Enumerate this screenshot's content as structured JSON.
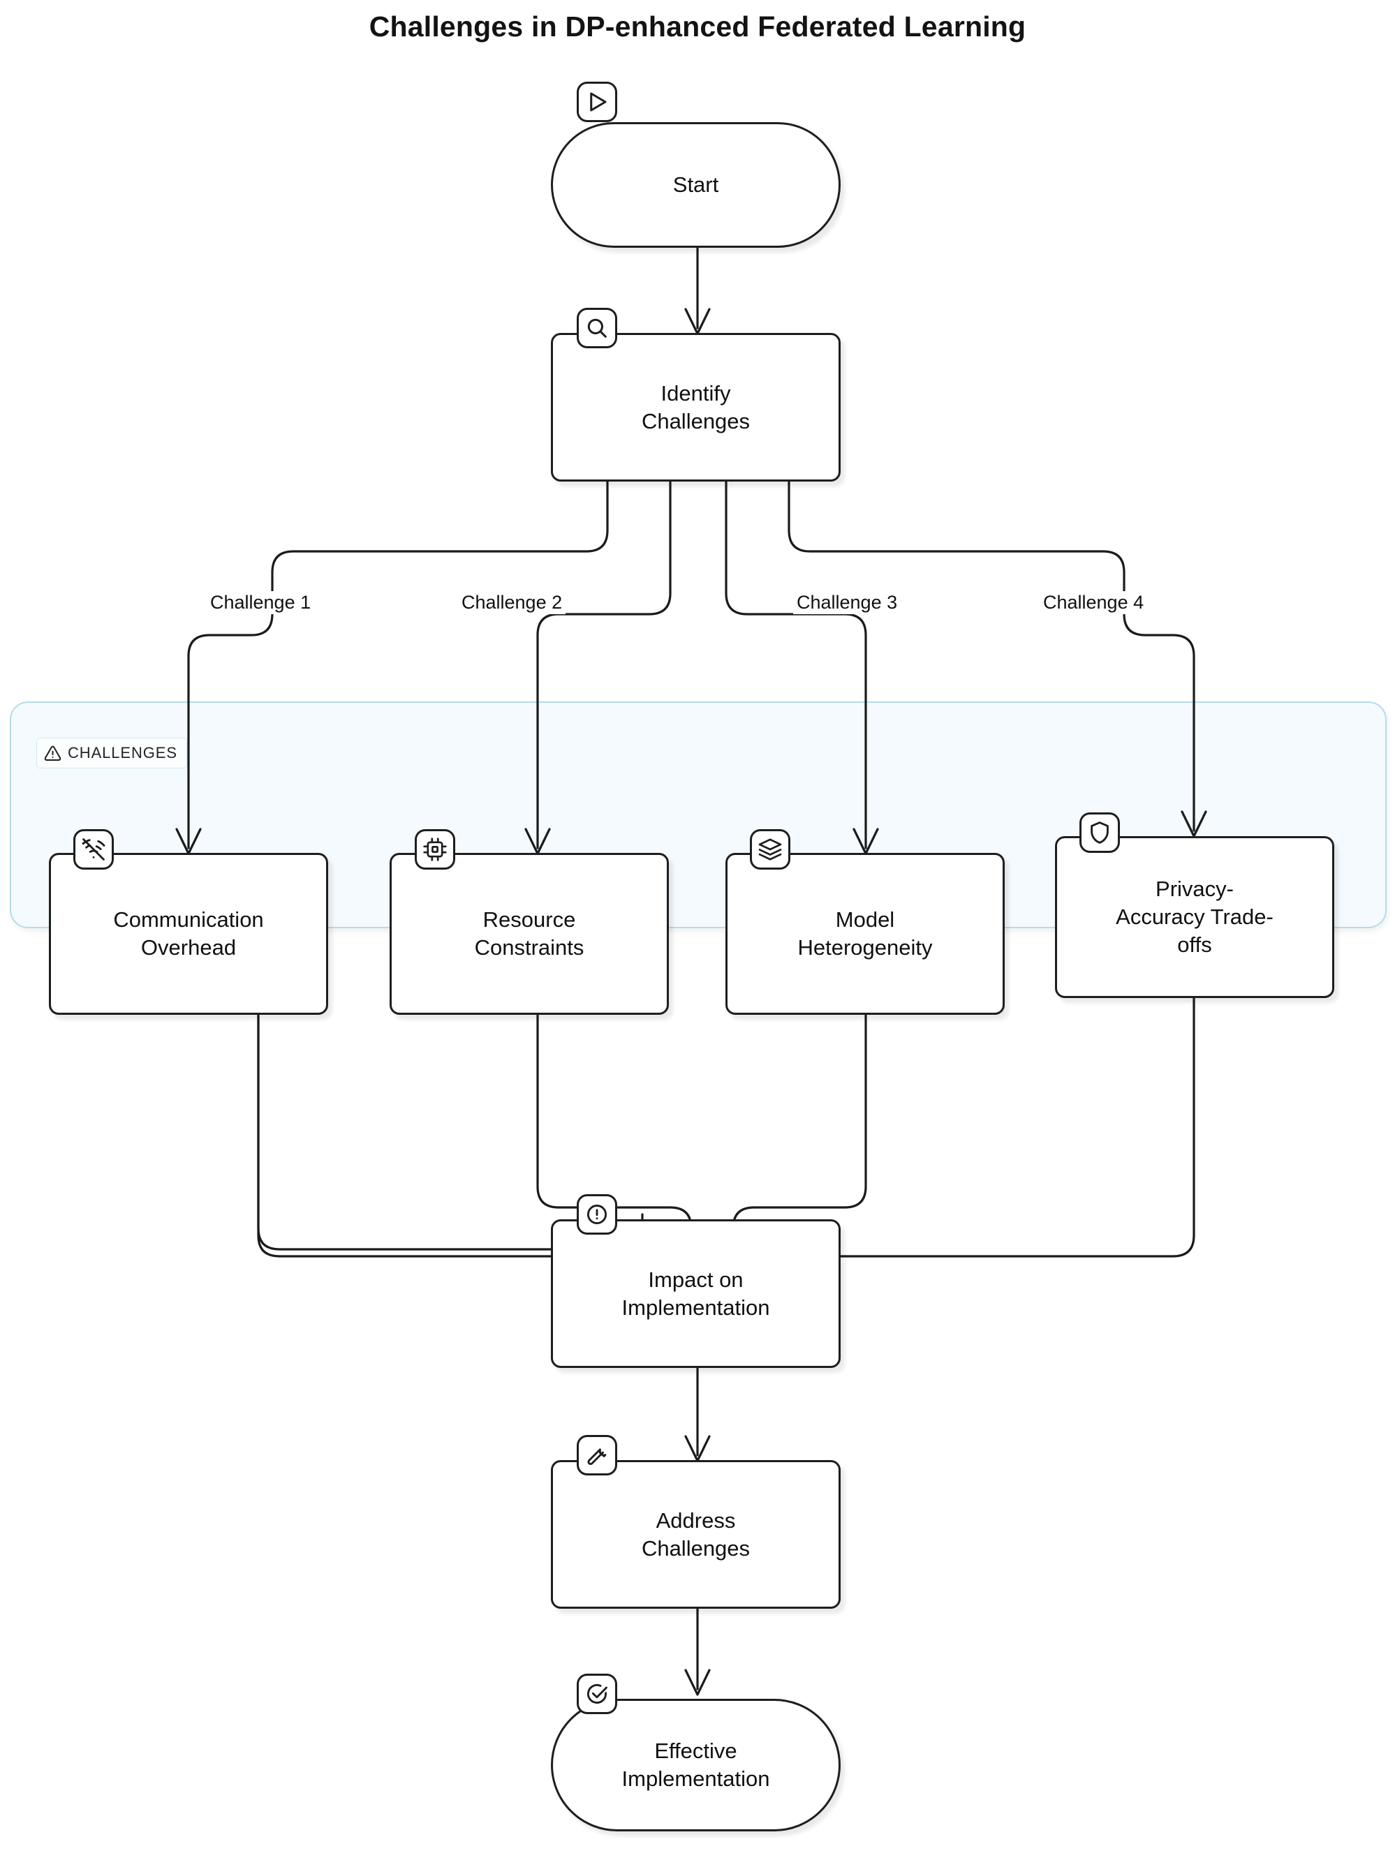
{
  "title": "Challenges in DP-enhanced Federated Learning",
  "cluster": {
    "label": "CHALLENGES",
    "icon": "alert-triangle-icon",
    "fill": "#f4fafd",
    "stroke": "#b5dced"
  },
  "colors": {
    "node_border": "#1e1e1e",
    "node_fill": "#ffffff",
    "edge": "#1b1b1b",
    "text": "#101010",
    "cluster_fill": "#f4fafd",
    "cluster_stroke": "#b5dced"
  },
  "nodes": [
    {
      "id": "start",
      "label": "Start",
      "icon": "play-icon",
      "shape": "stadium"
    },
    {
      "id": "identify",
      "label": "Identify\nChallenges",
      "icon": "search-icon",
      "shape": "rect"
    },
    {
      "id": "comm",
      "label": "Communication\nOverhead",
      "icon": "wifi-off-icon",
      "shape": "rect"
    },
    {
      "id": "resource",
      "label": "Resource\nConstraints",
      "icon": "cpu-icon",
      "shape": "rect"
    },
    {
      "id": "model",
      "label": "Model\nHeterogeneity",
      "icon": "layers-icon",
      "shape": "rect"
    },
    {
      "id": "privacy",
      "label": "Privacy-\nAccuracy Trade-\noffs",
      "icon": "shield-icon",
      "shape": "rect"
    },
    {
      "id": "impact",
      "label": "Impact on\nImplementation",
      "icon": "alert-circle-icon",
      "shape": "rect"
    },
    {
      "id": "address",
      "label": "Address\nChallenges",
      "icon": "wrench-icon",
      "shape": "rect"
    },
    {
      "id": "effective",
      "label": "Effective\nImplementation",
      "icon": "check-circle-icon",
      "shape": "stadium"
    }
  ],
  "edge_labels": [
    {
      "id": "c1",
      "text": "Challenge 1"
    },
    {
      "id": "c2",
      "text": "Challenge 2"
    },
    {
      "id": "c3",
      "text": "Challenge 3"
    },
    {
      "id": "c4",
      "text": "Challenge 4"
    }
  ],
  "edges": [
    {
      "from": "start",
      "to": "identify",
      "label": ""
    },
    {
      "from": "identify",
      "to": "comm",
      "label": "Challenge 1"
    },
    {
      "from": "identify",
      "to": "resource",
      "label": "Challenge 2"
    },
    {
      "from": "identify",
      "to": "model",
      "label": "Challenge 3"
    },
    {
      "from": "identify",
      "to": "privacy",
      "label": "Challenge 4"
    },
    {
      "from": "comm",
      "to": "impact",
      "label": ""
    },
    {
      "from": "resource",
      "to": "impact",
      "label": ""
    },
    {
      "from": "model",
      "to": "impact",
      "label": ""
    },
    {
      "from": "privacy",
      "to": "impact",
      "label": ""
    },
    {
      "from": "impact",
      "to": "address",
      "label": ""
    },
    {
      "from": "address",
      "to": "effective",
      "label": ""
    }
  ]
}
